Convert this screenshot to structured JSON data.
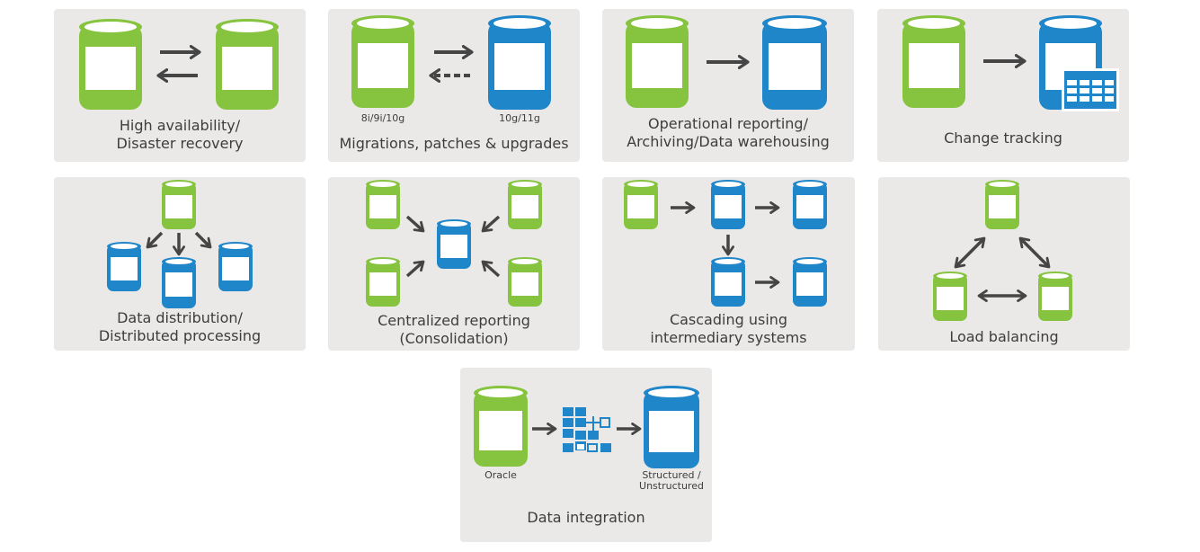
{
  "colors": {
    "green": "#86c440",
    "blue": "#1f86c9",
    "arrow": "#454545",
    "card": "#ebe9e7"
  },
  "cards": {
    "ha": {
      "line1": "High availability/",
      "line2": "Disaster recovery"
    },
    "mig": {
      "title": "Migrations, patches & upgrades",
      "src_versions": "8i/9i/10g",
      "dst_versions": "10g/11g"
    },
    "ops": {
      "line1": "Operational reporting/",
      "line2": "Archiving/Data warehousing"
    },
    "change": {
      "title": "Change tracking"
    },
    "dist": {
      "line1": "Data distribution/",
      "line2": "Distributed processing"
    },
    "central": {
      "line1": "Centralized reporting",
      "line2": "(Consolidation)"
    },
    "cascade": {
      "line1": "Cascading using",
      "line2": "intermediary systems"
    },
    "lb": {
      "title": "Load balancing"
    },
    "integ": {
      "title": "Data integration",
      "src_label": "Oracle",
      "dst_line1": "Structured /",
      "dst_line2": "Unstructured"
    }
  }
}
